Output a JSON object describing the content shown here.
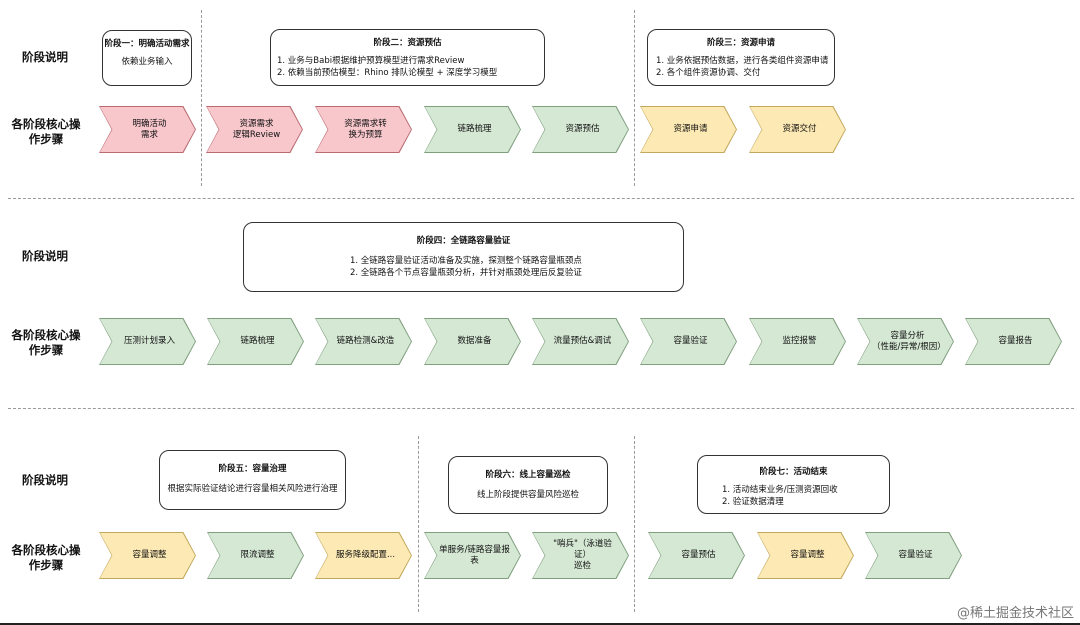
{
  "labels": {
    "stage_desc": "阶段说明",
    "core_steps_line1": "各阶段核心操",
    "core_steps_line2": "作步骤"
  },
  "phases": {
    "p1": {
      "title": "阶段一：明确活动需求",
      "lines": [
        "依赖业务输入"
      ]
    },
    "p2": {
      "title": "阶段二：资源预估",
      "lines": [
        "1. 业务与Babi根据维护预算模型进行需求Review",
        "2. 依赖当前预估模型：Rhino 排队论模型 + 深度学习模型"
      ]
    },
    "p3": {
      "title": "阶段三：资源申请",
      "lines": [
        "1. 业务依据预估数据，进行各类组件资源申请",
        "2. 各个组件资源协调、交付"
      ]
    },
    "p4": {
      "title": "阶段四：全链路容量验证",
      "lines": [
        "1. 全链路容量验证活动准备及实施，探测整个链路容量瓶颈点",
        "2. 全链路各个节点容量瓶颈分析，并针对瓶颈处理后反复验证"
      ]
    },
    "p5": {
      "title": "阶段五：容量治理",
      "lines": [
        "根据实际验证结论进行容量相关风险进行治理"
      ]
    },
    "p6": {
      "title": "阶段六：线上容量巡检",
      "lines": [
        "线上阶段提供容量风险巡检"
      ]
    },
    "p7": {
      "title": "阶段七：活动结束",
      "lines": [
        "1. 活动结束业务/压测资源回收",
        "2. 验证数据清理"
      ]
    }
  },
  "steps": {
    "row1": [
      {
        "label": "明确活动\n需求",
        "color": "pink"
      },
      {
        "label": "资源需求\n逻辑Review",
        "color": "pink"
      },
      {
        "label": "资源需求转\n换为预算",
        "color": "pink"
      },
      {
        "label": "链路梳理",
        "color": "green"
      },
      {
        "label": "资源预估",
        "color": "green"
      },
      {
        "label": "资源申请",
        "color": "yellow"
      },
      {
        "label": "资源交付",
        "color": "yellow"
      }
    ],
    "row2": [
      {
        "label": "压测计划录入",
        "color": "green"
      },
      {
        "label": "链路梳理",
        "color": "green"
      },
      {
        "label": "链路检测&改造",
        "color": "green"
      },
      {
        "label": "数据准备",
        "color": "green"
      },
      {
        "label": "流量预估&调试",
        "color": "green"
      },
      {
        "label": "容量验证",
        "color": "green"
      },
      {
        "label": "监控报警",
        "color": "green"
      },
      {
        "label": "容量分析\n（性能/异常/根因）",
        "color": "green"
      },
      {
        "label": "容量报告",
        "color": "green"
      }
    ],
    "row3": [
      {
        "label": "容量调整",
        "color": "yellow"
      },
      {
        "label": "限流调整",
        "color": "green"
      },
      {
        "label": "服务降级配置...",
        "color": "yellow"
      },
      {
        "label": "单服务/链路容量报表",
        "color": "green"
      },
      {
        "label": "\"哨兵\"（泳道验证）\n巡检",
        "color": "green"
      },
      {
        "label": "容量预估",
        "color": "green"
      },
      {
        "label": "容量调整",
        "color": "yellow"
      },
      {
        "label": "容量验证",
        "color": "green"
      }
    ]
  },
  "watermark": "@稀土掘金技术社区"
}
